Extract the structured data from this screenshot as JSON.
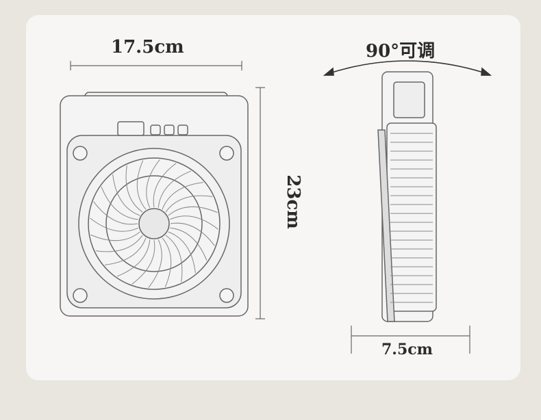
{
  "dimensions": {
    "width": "17.5cm",
    "height": "23cm",
    "angle": "90°可调",
    "depth": "7.5cm"
  },
  "colors": {
    "background": "#e9e5df",
    "card": "#f7f6f4",
    "line": "#555555"
  }
}
